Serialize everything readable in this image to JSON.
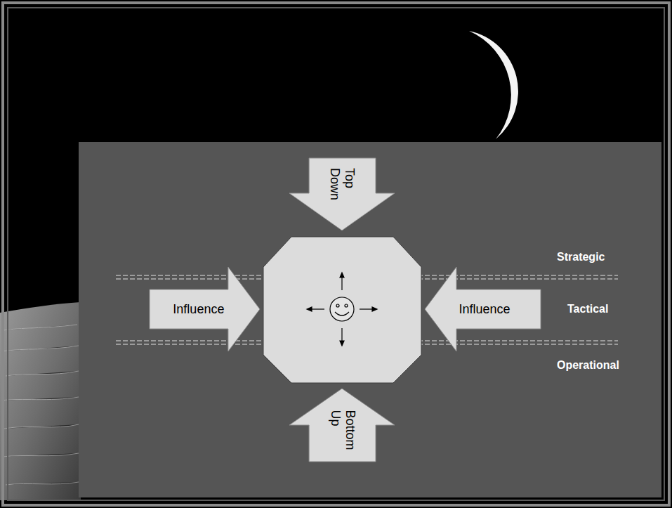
{
  "diagram": {
    "nodes": [
      {
        "text": [
          "Top Down"
        ]
      },
      {
        "text": [
          "Influence"
        ]
      },
      {
        "text": [
          "Influence"
        ]
      },
      {
        "text": [
          "Bottom Up"
        ]
      }
    ],
    "labels": [
      "Strategic",
      "Tactical",
      "Operational"
    ]
  }
}
